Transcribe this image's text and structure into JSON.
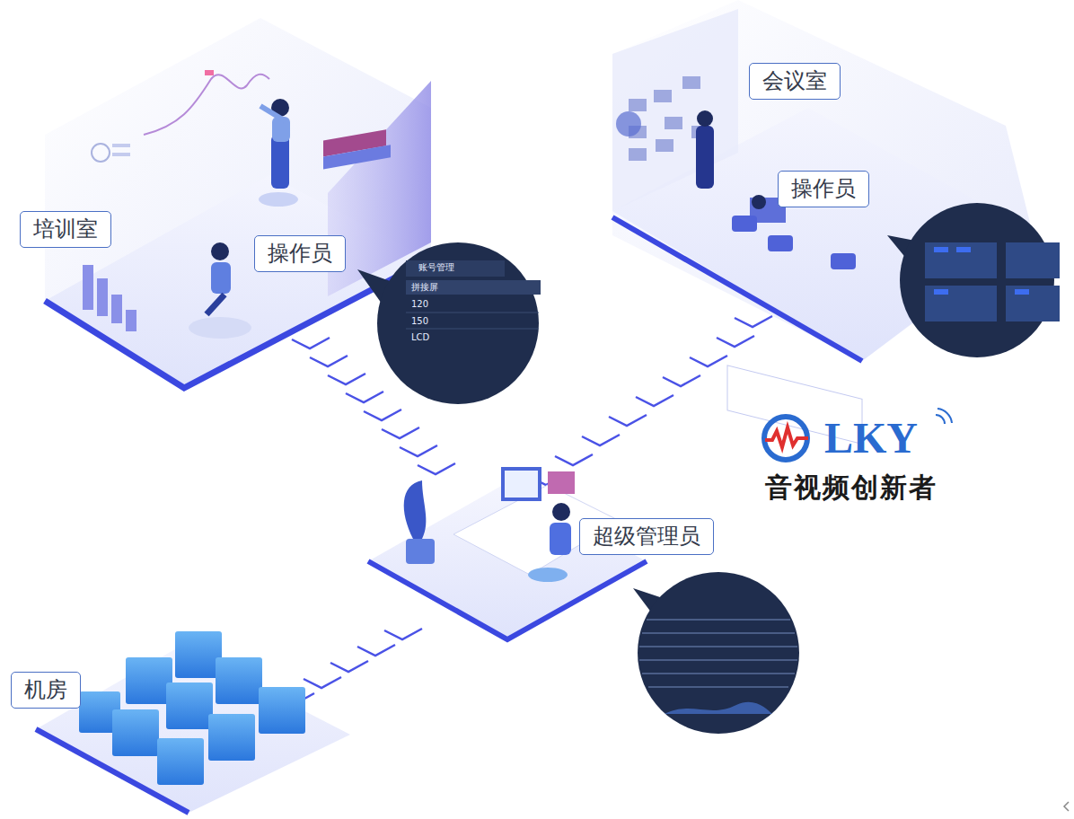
{
  "diagram": {
    "nodes": [
      {
        "text": [
          "培训室"
        ]
      },
      {
        "text": [
          "操作员"
        ]
      },
      {
        "text": [
          "会议室"
        ]
      },
      {
        "text": [
          "操作员"
        ]
      },
      {
        "text": [
          "超级管理员"
        ]
      },
      {
        "text": [
          "机房"
        ]
      }
    ],
    "labels": [
      "LKY",
      "音视频创新者",
      "账号管理",
      "拼接屏",
      "120",
      "150",
      "LCD"
    ]
  }
}
